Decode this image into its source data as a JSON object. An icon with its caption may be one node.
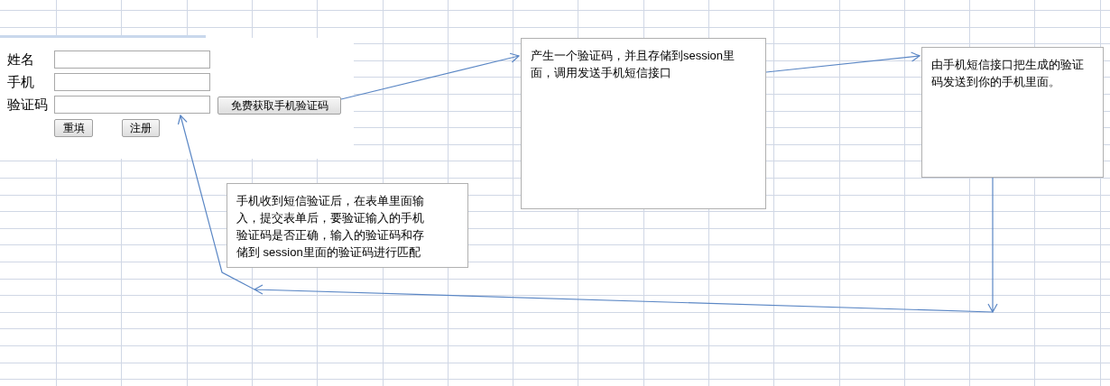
{
  "diagram": {
    "nodes": [
      {
        "text": [],
        "shape": "box"
      },
      {
        "text": [],
        "shape": "box"
      },
      {
        "text": [],
        "shape": "box"
      },
      {
        "text": [
          "免费获取手机验证码"
        ]
      },
      {
        "text": [
          "重填"
        ]
      },
      {
        "text": [
          "注册"
        ]
      },
      {
        "text": [
          "产生一个验证码，并且存储到session里面，调用发送手机短信接口"
        ]
      },
      {
        "text": [
          "由手机短信接口把生成的验证码发送到你的手机里面。"
        ]
      },
      {
        "text": [
          "手机收到短信验证后，在表单里面输入，提交表单后，要验证输入的手机验证码是否正确，输入的验证码和存储到 session里面的验证码进行匹配"
        ]
      }
    ],
    "edges": [
      {
        "from": 3,
        "to": 6,
        "arrow": "to"
      },
      {
        "from": 6,
        "to": 7,
        "arrow": "to"
      },
      {
        "from": 7,
        "to": 2,
        "arrow": "to"
      }
    ],
    "labels": [
      "姓名",
      "手机",
      "验证码"
    ]
  }
}
